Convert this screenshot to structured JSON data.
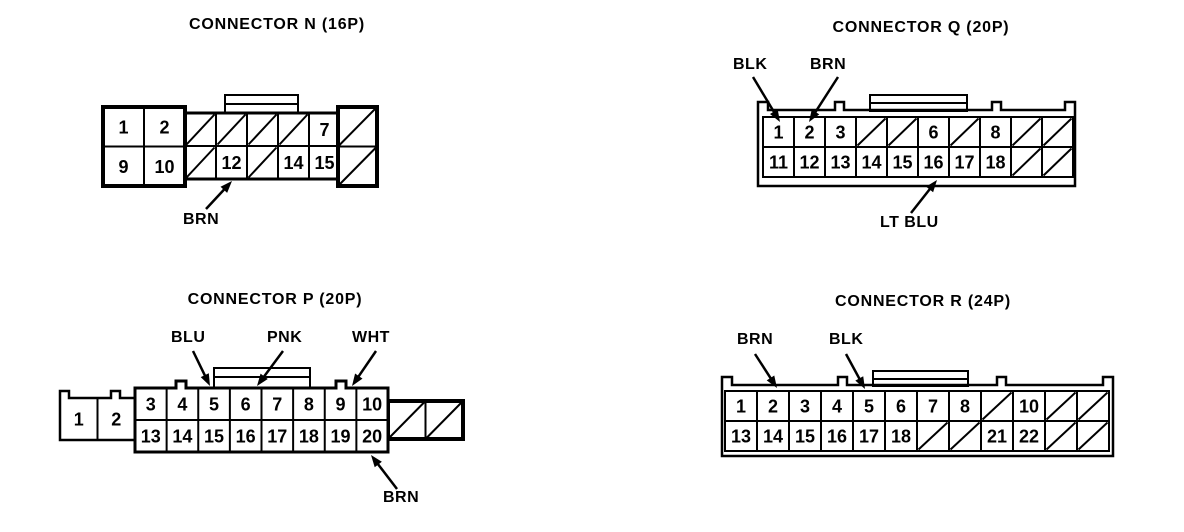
{
  "page": {
    "ink_color": "#000000",
    "paper_color": "#ffffff",
    "hatch_marker": "/"
  },
  "connectors": [
    {
      "id": "N",
      "title": "CONNECTOR N (16P)",
      "grids": {
        "left": {
          "rows": [
            [
              "1",
              "2"
            ],
            [
              "9",
              "10"
            ]
          ]
        },
        "main": {
          "rows": [
            [
              "/",
              "/",
              "/",
              "/",
              "7"
            ],
            [
              "/",
              "12",
              "/",
              "14",
              "15"
            ]
          ]
        },
        "right": {
          "rows": [
            [
              "/"
            ],
            [
              "/"
            ]
          ]
        }
      },
      "wire_labels": [
        {
          "text": "BRN",
          "points_to_pin": "12"
        }
      ]
    },
    {
      "id": "Q",
      "title": "CONNECTOR Q (20P)",
      "grids": {
        "main": {
          "rows": [
            [
              "1",
              "2",
              "3",
              "/",
              "/",
              "6",
              "/",
              "8",
              "/",
              "/"
            ],
            [
              "11",
              "12",
              "13",
              "14",
              "15",
              "16",
              "17",
              "18",
              "/",
              "/"
            ]
          ]
        }
      },
      "wire_labels": [
        {
          "text": "BLK",
          "points_to_pin": "1"
        },
        {
          "text": "BRN",
          "points_to_pin": "2"
        },
        {
          "text": "LT BLU",
          "points_to_pin": "16"
        }
      ]
    },
    {
      "id": "P",
      "title": "CONNECTOR P (20P)",
      "grids": {
        "left": {
          "rows": [
            [
              "1",
              "2"
            ]
          ]
        },
        "main": {
          "rows": [
            [
              "3",
              "4",
              "5",
              "6",
              "7",
              "8",
              "9",
              "10"
            ],
            [
              "13",
              "14",
              "15",
              "16",
              "17",
              "18",
              "19",
              "20"
            ]
          ]
        },
        "right": {
          "rows": [
            [
              "/",
              "/"
            ]
          ]
        }
      },
      "wire_labels": [
        {
          "text": "BLU",
          "points_to_pin": "5"
        },
        {
          "text": "PNK",
          "points_to_pin": "6"
        },
        {
          "text": "WHT",
          "points_to_pin": "9"
        },
        {
          "text": "BRN",
          "points_to_pin": "20"
        }
      ]
    },
    {
      "id": "R",
      "title": "CONNECTOR R (24P)",
      "grids": {
        "main": {
          "rows": [
            [
              "1",
              "2",
              "3",
              "4",
              "5",
              "6",
              "7",
              "8",
              "/",
              "10",
              "/",
              "/"
            ],
            [
              "13",
              "14",
              "15",
              "16",
              "17",
              "18",
              "/",
              "/",
              "21",
              "22",
              "/",
              "/"
            ]
          ]
        }
      },
      "wire_labels": [
        {
          "text": "BRN",
          "points_to_pin": "2"
        },
        {
          "text": "BLK",
          "points_to_pin": "5"
        }
      ]
    }
  ]
}
